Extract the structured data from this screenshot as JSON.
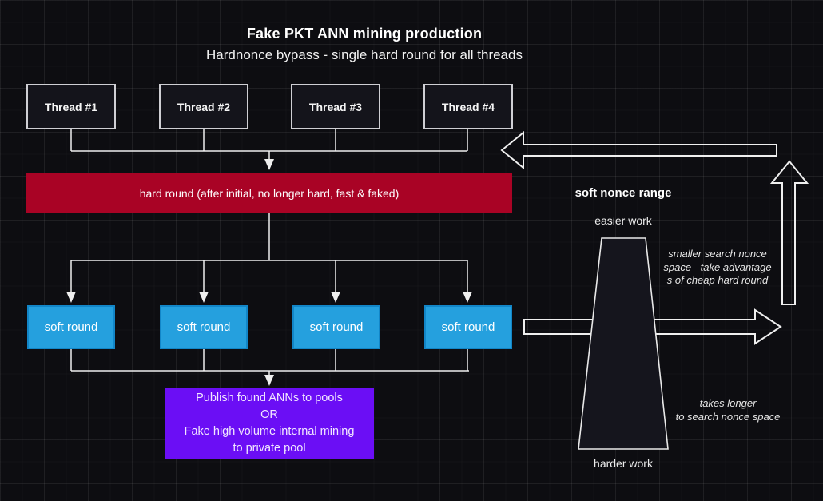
{
  "title": "Fake PKT ANN mining production",
  "subtitle": "Hardnonce bypass - single hard round for all threads",
  "threads": [
    "Thread #1",
    "Thread #2",
    "Thread #3",
    "Thread #4"
  ],
  "hard_round_label": "hard round (after initial, no longer hard, fast & faked)",
  "soft_rounds": [
    "soft round",
    "soft round",
    "soft round",
    "soft round"
  ],
  "publish_box": {
    "lines": [
      "Publish found ANNs to pools",
      "OR",
      "Fake high volume internal mining",
      "to private pool"
    ]
  },
  "nonce_panel": {
    "heading": "soft nonce range",
    "easier_label": "easier work",
    "harder_label": "harder work",
    "note_upper": [
      "smaller search nonce",
      "space - take advantage",
      "s of cheap hard round"
    ],
    "note_lower": [
      "takes longer",
      "to search nonce space"
    ]
  },
  "colors": {
    "background": "#0d0d11",
    "hard_round": "#a90325",
    "soft_round": "#25a0de",
    "publish": "#6b0ef5",
    "line": "#efefef"
  }
}
